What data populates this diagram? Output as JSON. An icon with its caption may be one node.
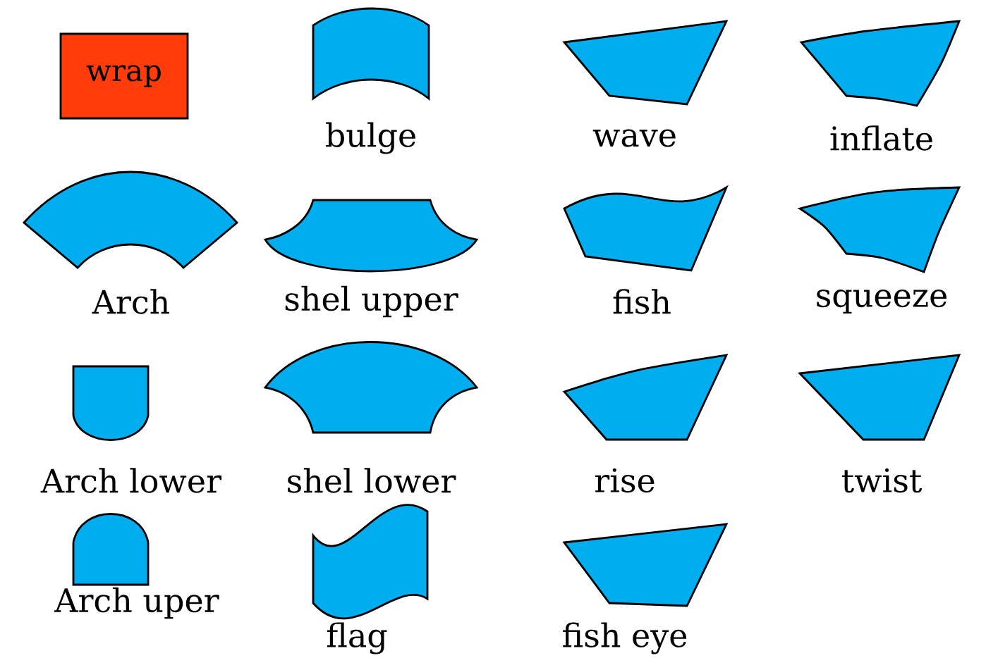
{
  "diagram": {
    "nodes": [
      {
        "text": [
          "wrap"
        ]
      },
      {
        "text": [
          "bulge"
        ]
      },
      {
        "text": [
          "wave"
        ]
      },
      {
        "text": [
          "inflate"
        ]
      },
      {
        "text": [
          "Arch"
        ]
      },
      {
        "text": [
          "shel upper"
        ]
      },
      {
        "text": [
          "fish"
        ]
      },
      {
        "text": [
          "squeeze"
        ]
      },
      {
        "text": [
          "Arch lower"
        ]
      },
      {
        "text": [
          "shel lower"
        ]
      },
      {
        "text": [
          "rise"
        ]
      },
      {
        "text": [
          "twist"
        ]
      },
      {
        "text": [
          "Arch uper"
        ]
      },
      {
        "text": [
          "flag"
        ]
      },
      {
        "text": [
          "fish eye"
        ]
      }
    ]
  }
}
